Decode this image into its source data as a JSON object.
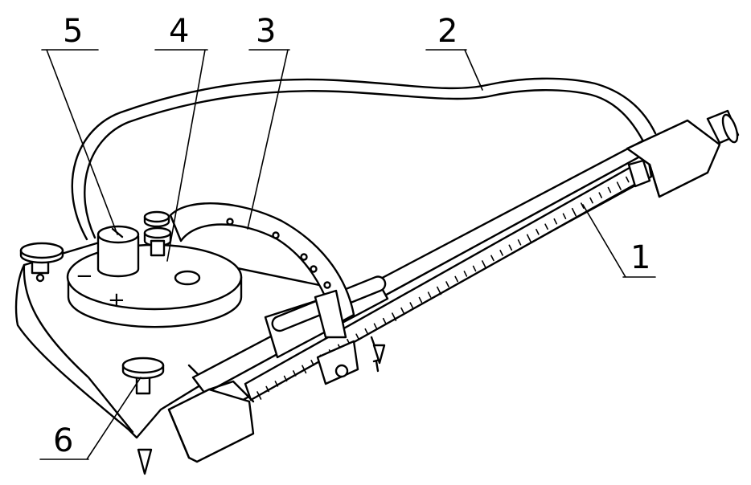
{
  "callouts": {
    "c1": "1",
    "c2": "2",
    "c3": "3",
    "c4": "4",
    "c5": "5",
    "c6": "6"
  },
  "signs": {
    "minus": "−",
    "plus": "+"
  },
  "colors": {
    "line": "#000000",
    "background": "#ffffff"
  }
}
